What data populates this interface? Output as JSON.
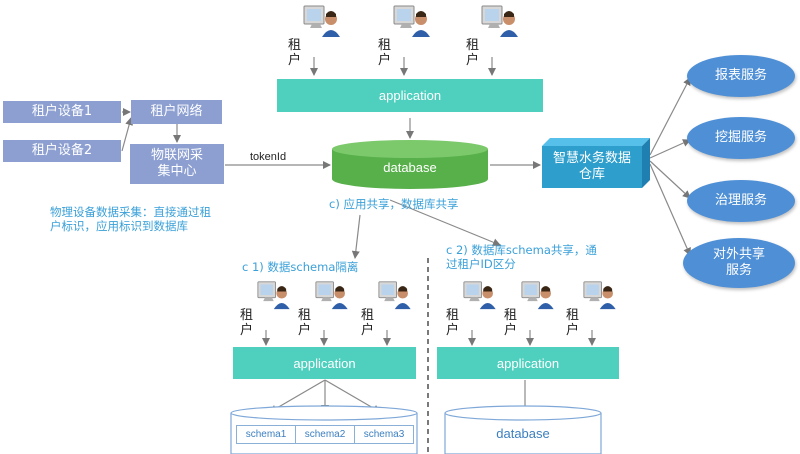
{
  "devices": {
    "d1": "租户设备1",
    "d2": "租户设备2",
    "network": "租户网络",
    "hub": "物联网采集中心"
  },
  "top": {
    "tenants": [
      "租户",
      "租户",
      "租户"
    ],
    "app": "application",
    "db": "database",
    "token": "tokenId"
  },
  "warehouse": "智慧水务数据仓库",
  "services": [
    "报表服务",
    "挖掘服务",
    "治理服务",
    "对外共享服务"
  ],
  "note_collect": "物理设备数据采集：直接通过租户标识，应用标识到数据库",
  "note_c": "c) 应用共享，数据库共享",
  "note_c1": "c 1) 数据schema隔离",
  "note_c2": "c 2) 数据库schema共享，通过租户ID区分",
  "left": {
    "tenants": [
      "租户",
      "租户",
      "租户"
    ],
    "app": "application",
    "schemas": [
      "schema1",
      "schema2",
      "schema3"
    ]
  },
  "right": {
    "tenants": [
      "租户",
      "租户",
      "租户"
    ],
    "app": "application",
    "db": "database"
  },
  "colors": {
    "device": "#8c9fd0",
    "app": "#4fd0bf",
    "db": "#58b04a",
    "warehouse": "#2e9fcc",
    "service": "#4e8fd6",
    "note": "#3aa0d8"
  },
  "icons": [
    "user-computer-icon"
  ]
}
